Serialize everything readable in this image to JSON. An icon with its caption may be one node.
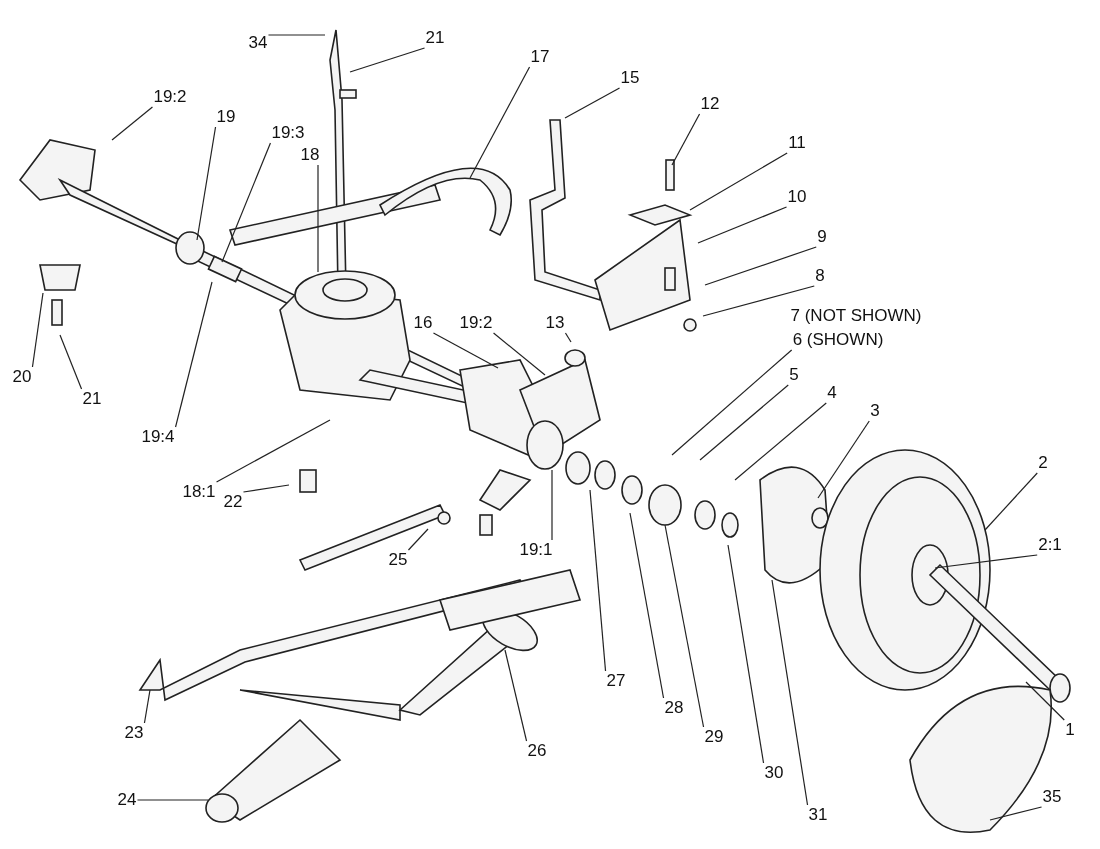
{
  "diagram": {
    "nodes": [
      {
        "text": [
          "34"
        ]
      },
      {
        "text": [
          "21"
        ]
      },
      {
        "text": [
          "17"
        ]
      },
      {
        "text": [
          "15"
        ]
      },
      {
        "text": [
          "12"
        ]
      },
      {
        "text": [
          "11"
        ]
      },
      {
        "text": [
          "10"
        ]
      },
      {
        "text": [
          "9"
        ]
      },
      {
        "text": [
          "8"
        ]
      },
      {
        "text": [
          "7 (NOT SHOWN)"
        ]
      },
      {
        "text": [
          "6 (SHOWN)"
        ]
      },
      {
        "text": [
          "19:2"
        ]
      },
      {
        "text": [
          "19"
        ]
      },
      {
        "text": [
          "19:3"
        ]
      },
      {
        "text": [
          "18"
        ]
      },
      {
        "text": [
          "16"
        ]
      },
      {
        "text": [
          "19:2"
        ]
      },
      {
        "text": [
          "13"
        ]
      },
      {
        "text": [
          "5"
        ]
      },
      {
        "text": [
          "4"
        ]
      },
      {
        "text": [
          "3"
        ]
      },
      {
        "text": [
          "2"
        ]
      },
      {
        "text": [
          "2:1"
        ]
      },
      {
        "text": [
          "1"
        ]
      },
      {
        "text": [
          "20"
        ]
      },
      {
        "text": [
          "21"
        ]
      },
      {
        "text": [
          "19:4"
        ]
      },
      {
        "text": [
          "18:1"
        ]
      },
      {
        "text": [
          "22"
        ]
      },
      {
        "text": [
          "25"
        ]
      },
      {
        "text": [
          "19:1"
        ]
      },
      {
        "text": [
          "27"
        ]
      },
      {
        "text": [
          "28"
        ]
      },
      {
        "text": [
          "29"
        ]
      },
      {
        "text": [
          "30"
        ]
      },
      {
        "text": [
          "31"
        ]
      },
      {
        "text": [
          "23"
        ]
      },
      {
        "text": [
          "26"
        ]
      },
      {
        "text": [
          "24"
        ]
      },
      {
        "text": [
          "35"
        ]
      }
    ],
    "edges": [
      {
        "from": 0,
        "to": null,
        "arrow": "none"
      },
      {
        "from": 1,
        "to": null,
        "arrow": "none"
      },
      {
        "from": 2,
        "to": null,
        "arrow": "none"
      },
      {
        "from": 3,
        "to": null,
        "arrow": "none"
      },
      {
        "from": 4,
        "to": null,
        "arrow": "none"
      },
      {
        "from": 5,
        "to": null,
        "arrow": "none"
      },
      {
        "from": 6,
        "to": null,
        "arrow": "none"
      },
      {
        "from": 7,
        "to": null,
        "arrow": "none"
      },
      {
        "from": 8,
        "to": null,
        "arrow": "none"
      },
      {
        "from": 10,
        "to": null,
        "arrow": "none"
      },
      {
        "from": 11,
        "to": null,
        "arrow": "none"
      },
      {
        "from": 12,
        "to": null,
        "arrow": "none"
      },
      {
        "from": 13,
        "to": null,
        "arrow": "none"
      },
      {
        "from": 14,
        "to": null,
        "arrow": "none"
      },
      {
        "from": 15,
        "to": null,
        "arrow": "none"
      },
      {
        "from": 16,
        "to": null,
        "arrow": "none"
      },
      {
        "from": 17,
        "to": null,
        "arrow": "none"
      },
      {
        "from": 18,
        "to": null,
        "arrow": "none"
      },
      {
        "from": 19,
        "to": null,
        "arrow": "none"
      },
      {
        "from": 20,
        "to": null,
        "arrow": "none"
      },
      {
        "from": 21,
        "to": null,
        "arrow": "none"
      },
      {
        "from": 22,
        "to": null,
        "arrow": "none"
      },
      {
        "from": 23,
        "to": null,
        "arrow": "none"
      },
      {
        "from": 24,
        "to": null,
        "arrow": "none"
      },
      {
        "from": 25,
        "to": null,
        "arrow": "none"
      },
      {
        "from": 26,
        "to": null,
        "arrow": "none"
      },
      {
        "from": 27,
        "to": null,
        "arrow": "none"
      },
      {
        "from": 28,
        "to": null,
        "arrow": "none"
      },
      {
        "from": 29,
        "to": null,
        "arrow": "none"
      },
      {
        "from": 30,
        "to": null,
        "arrow": "none"
      },
      {
        "from": 31,
        "to": null,
        "arrow": "none"
      },
      {
        "from": 32,
        "to": null,
        "arrow": "none"
      },
      {
        "from": 33,
        "to": null,
        "arrow": "none"
      },
      {
        "from": 34,
        "to": null,
        "arrow": "none"
      },
      {
        "from": 35,
        "to": null,
        "arrow": "none"
      },
      {
        "from": 36,
        "to": null,
        "arrow": "none"
      },
      {
        "from": 37,
        "to": null,
        "arrow": "none"
      },
      {
        "from": 38,
        "to": null,
        "arrow": "none"
      },
      {
        "from": 39,
        "to": null,
        "arrow": "none"
      }
    ]
  }
}
